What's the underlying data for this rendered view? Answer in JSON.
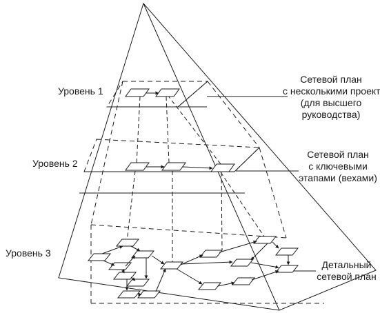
{
  "levels": [
    {
      "label": "Уровень 1"
    },
    {
      "label": "Уровень 2"
    },
    {
      "label": "Уровень 3"
    }
  ],
  "descriptions": [
    {
      "lines": [
        "Сетевой план",
        "с несколькими проектами",
        "(для высшего",
        "руководства)"
      ]
    },
    {
      "lines": [
        "Сетевой план",
        "с ключевыми",
        "этапами (вехами)"
      ]
    },
    {
      "lines": [
        "Детальный",
        "сетевой план"
      ]
    }
  ],
  "colors": {
    "ink": "#1a1a1a",
    "paper": "#ffffff"
  }
}
